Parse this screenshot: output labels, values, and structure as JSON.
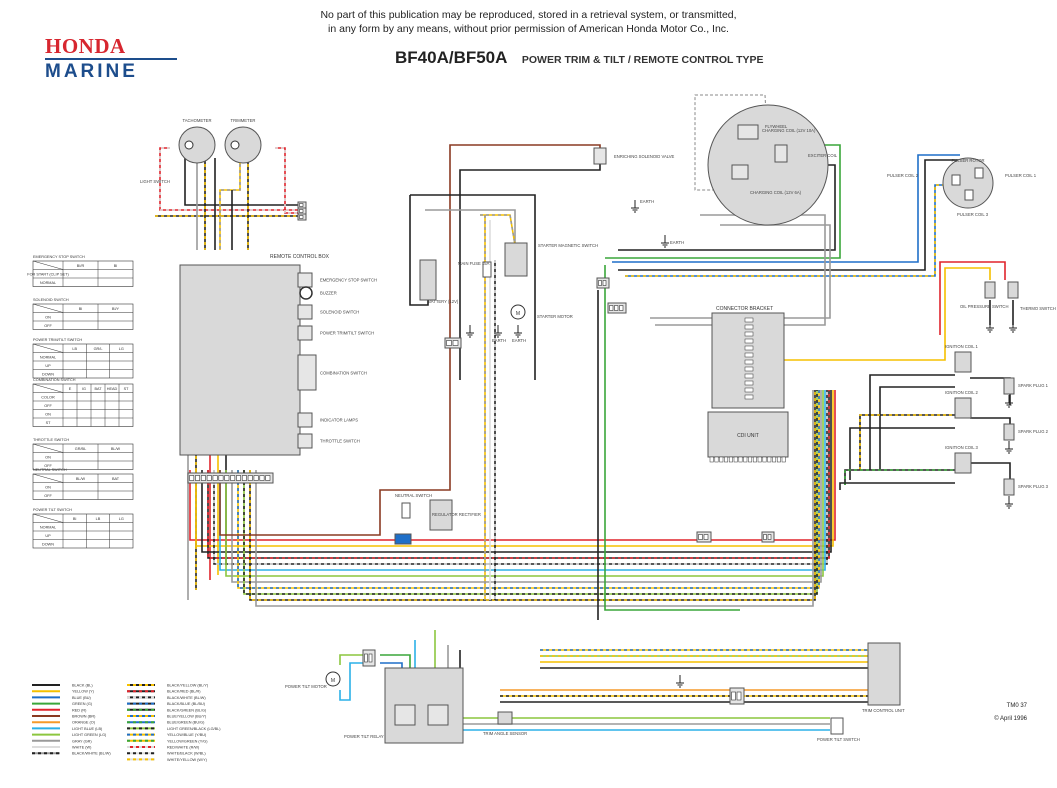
{
  "header": {
    "notice_line1": "No part of this publication may be reproduced, stored in a retrieval system, or transmitted,",
    "notice_line2": "in any form by any means, without prior permission of American Honda Motor Co., Inc.",
    "logo_top": "HONDA",
    "logo_bottom": "MARINE",
    "model": "BF40A/BF50A",
    "subtitle": "POWER TRIM & TILT / REMOTE CONTROL TYPE"
  },
  "footer": {
    "code": "TM0 37",
    "date": "© April 1996"
  },
  "colors": {
    "black": "#222222",
    "yellow": "#f5c000",
    "blue": "#1f6fc8",
    "green": "#3aa63a",
    "red": "#e0242c",
    "brown": "#8a3a22",
    "orange": "#f59a2a",
    "light_blue": "#2bb0e8",
    "light_green": "#8cc63f",
    "gray": "#9a9a9a",
    "white": "#dddddd",
    "component_fill": "#d9d9d9",
    "component_stroke": "#555555"
  },
  "components": {
    "tachometer": "TACHOMETER",
    "trimmeter": "TRIMMETER",
    "light_switch": "LIGHT SWITCH",
    "remote_control_box": "REMOTE CONTROL BOX",
    "emergency_stop_switch": "EMERGENCY STOP SWITCH",
    "buzzer": "BUZZER",
    "solenoid_switch": "SOLENOID SWITCH",
    "power_trim_tilt_switch": "POWER TRIM/TILT SWITCH",
    "combination_switch": "COMBINATION SWITCH",
    "indicator_lamps": "INDICATOR LAMPS",
    "throttle_switch": "THROTTLE SWITCH",
    "enriching_solenoid": "ENRICHING SOLENOID VALVE",
    "battery": "BATTERY (12V)",
    "main_fuse": "MAIN FUSE 15A",
    "starter_magnetic_switch": "STARTER MAGNETIC SWITCH",
    "starter_motor": "STARTER MOTOR",
    "earth": "EARTH",
    "flywheel": "FLYWHEEL",
    "charging_coil_12v": "CHARGING COIL (12V 10A)",
    "charging_coil_12v_2": "CHARGING COIL (12V 6A)",
    "exciter_coil": "EXCITER COIL",
    "pulser_rotor": "PULSER ROTOR",
    "pulser_coil_1": "PULSER COIL 1",
    "pulser_coil_2": "PULSER COIL 2",
    "pulser_coil_3": "PULSER COIL 3",
    "oil_pressure_switch": "OIL PRESSURE SWITCH",
    "thermo_switch": "THERMO SWITCH",
    "connector_bracket": "CONNECTOR BRACKET",
    "cdi_unit": "CDI UNIT",
    "ignition_coil_1": "IGNITION COIL 1",
    "ignition_coil_2": "IGNITION COIL 2",
    "ignition_coil_3": "IGNITION COIL 3",
    "spark_plug_1": "SPARK PLUG 1",
    "spark_plug_2": "SPARK PLUG 2",
    "spark_plug_3": "SPARK PLUG 3",
    "neutral_switch": "NEUTRAL SWITCH",
    "regulator_rectifier": "REGULATOR RECTIFIER",
    "power_tilt_motor": "POWER TILT MOTOR",
    "power_tilt_relay": "POWER TILT RELAY",
    "trim_angle_sensor": "TRIM ANGLE SENSOR",
    "trim_control_unit": "TRIM CONTROL UNIT",
    "power_tilt_switch": "POWER TILT SWITCH"
  },
  "switch_tables": [
    {
      "title": "EMERGENCY STOP SWITCH",
      "columns": [
        "BI/R",
        "BI"
      ],
      "rows": [
        "FOR START (CLIP SET)",
        "NORMAL"
      ]
    },
    {
      "title": "SOLENOID SWITCH",
      "columns": [
        "BI",
        "BI/Y"
      ],
      "rows": [
        "ON",
        "OFF"
      ]
    },
    {
      "title": "POWER TRIM/TILT SWITCH",
      "columns": [
        "LB",
        "GR/L",
        "LG"
      ],
      "rows": [
        "NORMAL",
        "UP",
        "DOWN"
      ]
    },
    {
      "title": "COMBINATION SWITCH",
      "columns": [
        "E",
        "IG",
        "BAT",
        "HEAD",
        "ST"
      ],
      "rows": [
        "COLOR",
        "OFF",
        "ON",
        "ST"
      ]
    },
    {
      "title": "THROTTLE SWITCH",
      "columns": [
        "GR/BL",
        "BL/W"
      ],
      "rows": [
        "ON",
        "OFF"
      ]
    },
    {
      "title": "NEUTRAL SWITCH",
      "columns": [
        "BL/W",
        "BAT"
      ],
      "rows": [
        "ON",
        "OFF"
      ]
    },
    {
      "title": "POWER TILT SWITCH",
      "columns": [
        "BI",
        "LB",
        "LG"
      ],
      "rows": [
        "NORMAL",
        "UP",
        "DOWN"
      ]
    }
  ],
  "legend": {
    "left": [
      {
        "label": "BLACK (BL)",
        "c1": "black",
        "c2": null
      },
      {
        "label": "YELLOW (Y)",
        "c1": "yellow",
        "c2": null
      },
      {
        "label": "BLUE (BU)",
        "c1": "blue",
        "c2": null
      },
      {
        "label": "GREEN (G)",
        "c1": "green",
        "c2": null
      },
      {
        "label": "RED (R)",
        "c1": "red",
        "c2": null
      },
      {
        "label": "BROWN (BR)",
        "c1": "brown",
        "c2": null
      },
      {
        "label": "ORANGE (O)",
        "c1": "orange",
        "c2": null
      },
      {
        "label": "LIGHT BLUE (LB)",
        "c1": "light_blue",
        "c2": null
      },
      {
        "label": "LIGHT GREEN (LG)",
        "c1": "light_green",
        "c2": null
      },
      {
        "label": "GRAY (GR)",
        "c1": "gray",
        "c2": null
      },
      {
        "label": "WHITE (W)",
        "c1": "white",
        "c2": null
      },
      {
        "label": "BLACK/WHITE (BL/W)",
        "c1": "gray",
        "c2": "black"
      }
    ],
    "right": [
      {
        "label": "BLACK/YELLOW (BL/Y)",
        "c1": "black",
        "c2": "yellow"
      },
      {
        "label": "BLACK/RED (BL/R)",
        "c1": "black",
        "c2": "red"
      },
      {
        "label": "BLACK/WHITE (BL/W)",
        "c1": "black",
        "c2": "white"
      },
      {
        "label": "BLACK/BLUE (BL/BU)",
        "c1": "black",
        "c2": "blue"
      },
      {
        "label": "BLACK/GREEN (BL/G)",
        "c1": "black",
        "c2": "green"
      },
      {
        "label": "BLUE/YELLOW (BU/Y)",
        "c1": "blue",
        "c2": "yellow"
      },
      {
        "label": "BLUE/GREEN (BU/G)",
        "c1": "blue",
        "c2": "green"
      },
      {
        "label": "LIGHT GREEN/BLACK (LG/BL)",
        "c1": "light_green",
        "c2": "black"
      },
      {
        "label": "YELLOW/BLUE (Y/BU)",
        "c1": "yellow",
        "c2": "blue"
      },
      {
        "label": "YELLOW/GREEN (Y/G)",
        "c1": "yellow",
        "c2": "green"
      },
      {
        "label": "RED/WHITE (R/W)",
        "c1": "red",
        "c2": "white"
      },
      {
        "label": "WHITE/BLACK (W/BL)",
        "c1": "white",
        "c2": "black"
      },
      {
        "label": "WHITE/YELLOW (W/Y)",
        "c1": "white",
        "c2": "yellow"
      }
    ]
  }
}
